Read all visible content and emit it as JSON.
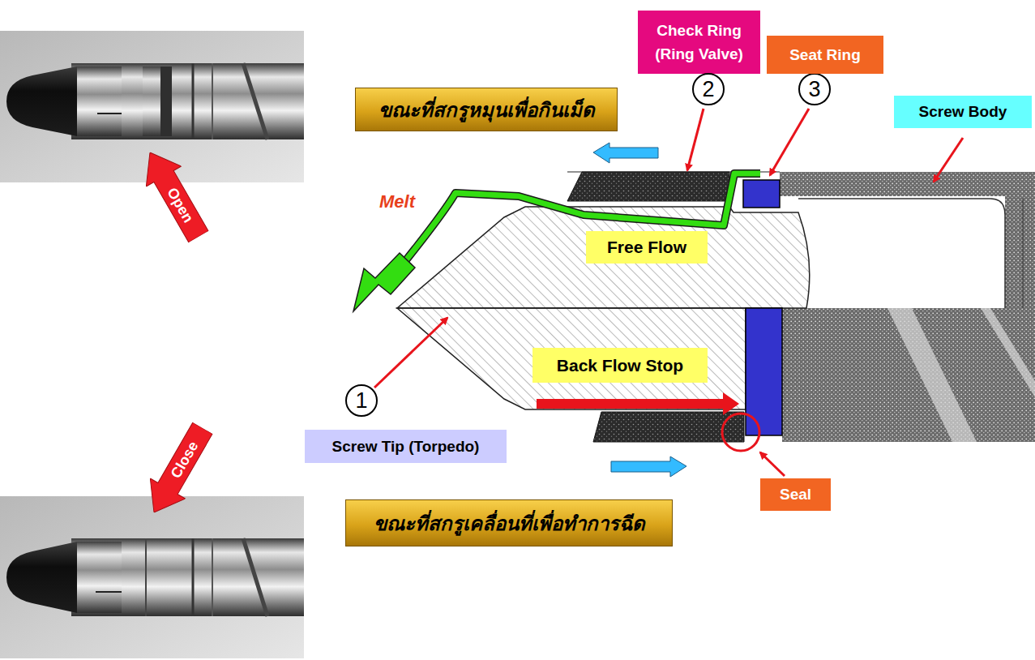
{
  "diagram": {
    "nodes": [
      {
        "text": [
          "Open"
        ]
      },
      {
        "text": [
          "Check Ring (Ring Valve)"
        ]
      },
      {
        "text": [
          "2"
        ]
      },
      {
        "text": [
          "3"
        ]
      },
      {
        "text": [
          "Seat Ring"
        ]
      },
      {
        "text": [
          "ขณะที่สกรูหมุนเพื่อกินเม็ด"
        ]
      },
      {
        "text": [
          "Screw Body"
        ]
      },
      {
        "text": [
          "Free Flow"
        ]
      },
      {
        "text": [
          "Back Flow Stop"
        ]
      },
      {
        "text": [
          "1"
        ]
      },
      {
        "text": [
          "Screw Tip (Torpedo)"
        ]
      },
      {
        "text": [
          "Close"
        ]
      },
      {
        "text": [
          "Seal"
        ]
      },
      {
        "text": [
          "ขณะที่สกรูเคลื่อนที่เพื่อทำการฉีด"
        ]
      }
    ],
    "labels": [
      "Melt"
    ]
  }
}
